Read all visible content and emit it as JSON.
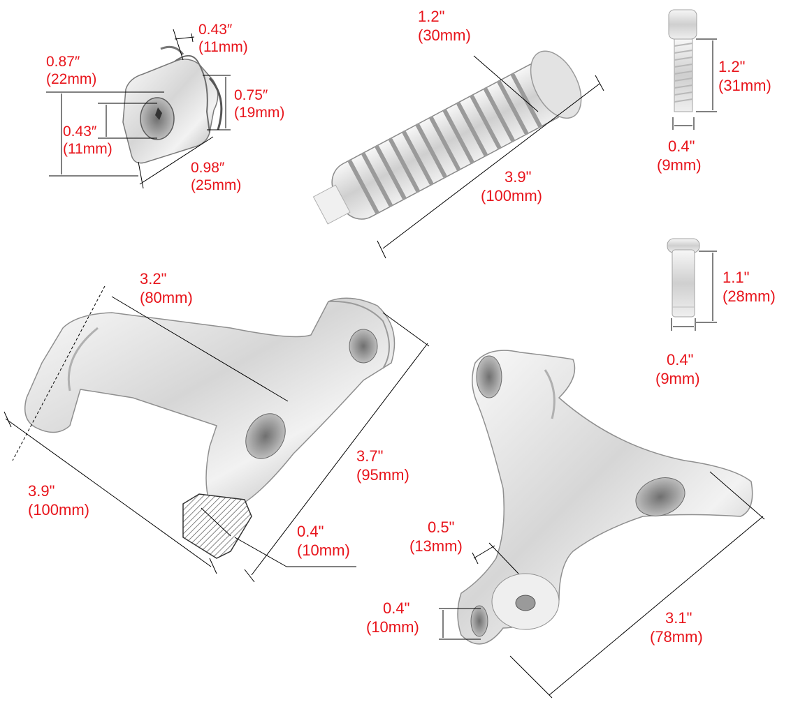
{
  "colors": {
    "label": "#e8141b",
    "line": "#000000",
    "metal_light": "#f4f4f4",
    "metal_mid": "#c9c9c9",
    "metal_dark": "#8e8e8e"
  },
  "parts": {
    "clevis": {
      "dims": {
        "top_slot": [
          "0.43″",
          "(11mm)"
        ],
        "height_outer": [
          "0.87″",
          "(22mm)"
        ],
        "hole": [
          "0.43″",
          "(11mm)"
        ],
        "side": [
          "0.75″",
          "(19mm)"
        ],
        "width": [
          "0.98″",
          "(25mm)"
        ]
      }
    },
    "footpeg": {
      "dims": {
        "diameter": [
          "1.2\"",
          "(30mm)"
        ],
        "length": [
          "3.9\"",
          "(100mm)"
        ]
      }
    },
    "bolt": {
      "dims": {
        "length": [
          "1.2\"",
          "(31mm)"
        ],
        "diameter": [
          "0.4\"",
          "(9mm)"
        ]
      }
    },
    "pin": {
      "dims": {
        "length": [
          "1.1\"",
          "(28mm)"
        ],
        "diameter": [
          "0.4\"",
          "(9mm)"
        ]
      }
    },
    "bracket": {
      "dims": {
        "span": [
          "3.2\"",
          "(80mm)"
        ],
        "height": [
          "3.7\"",
          "(95mm)"
        ],
        "length": [
          "3.9\"",
          "(100mm)"
        ],
        "mount": [
          "0.4\"",
          "(10mm)"
        ]
      }
    },
    "tri_bracket": {
      "dims": {
        "boss": [
          "0.5\"",
          "(13mm)"
        ],
        "hole": [
          "0.4\"",
          "(10mm)"
        ],
        "span": [
          "3.1\"",
          "(78mm)"
        ]
      }
    }
  }
}
